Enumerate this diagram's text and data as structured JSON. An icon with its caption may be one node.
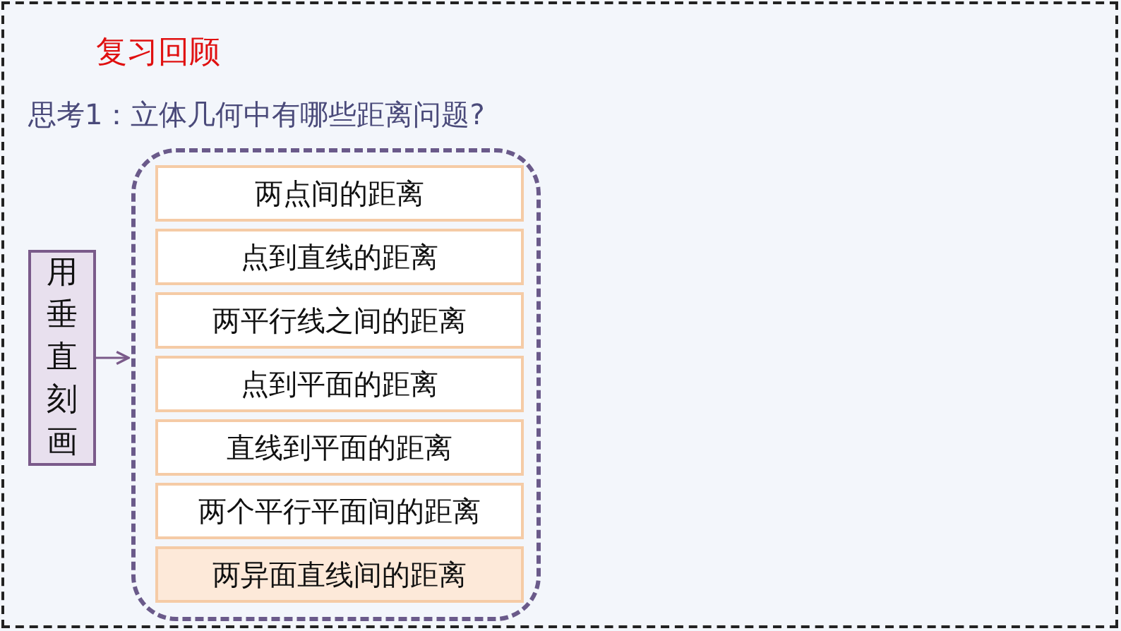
{
  "diagram": {
    "title": "复习回顾",
    "nodes": [
      {
        "text": [
          "用垂直刻画"
        ]
      },
      {
        "text": [],
        "shape": "box"
      },
      {
        "text": [
          "两点间的距离"
        ],
        "in": 1
      },
      {
        "text": [
          "点到直线的距离"
        ],
        "in": 1
      },
      {
        "text": [
          "两平行线之间的距离"
        ],
        "in": 1
      },
      {
        "text": [
          "点到平面的距离"
        ],
        "in": 1
      },
      {
        "text": [
          "直线到平面的距离"
        ],
        "in": 1
      },
      {
        "text": [
          "两个平行平面间的距离"
        ],
        "in": 1
      },
      {
        "text": [
          "两异面直线间的距离"
        ],
        "in": 1
      }
    ],
    "edges": [
      {
        "from": 0,
        "to": 1,
        "arrow": "to"
      }
    ],
    "labels": [
      "思考1：立体几何中有哪些距离问题?"
    ]
  }
}
